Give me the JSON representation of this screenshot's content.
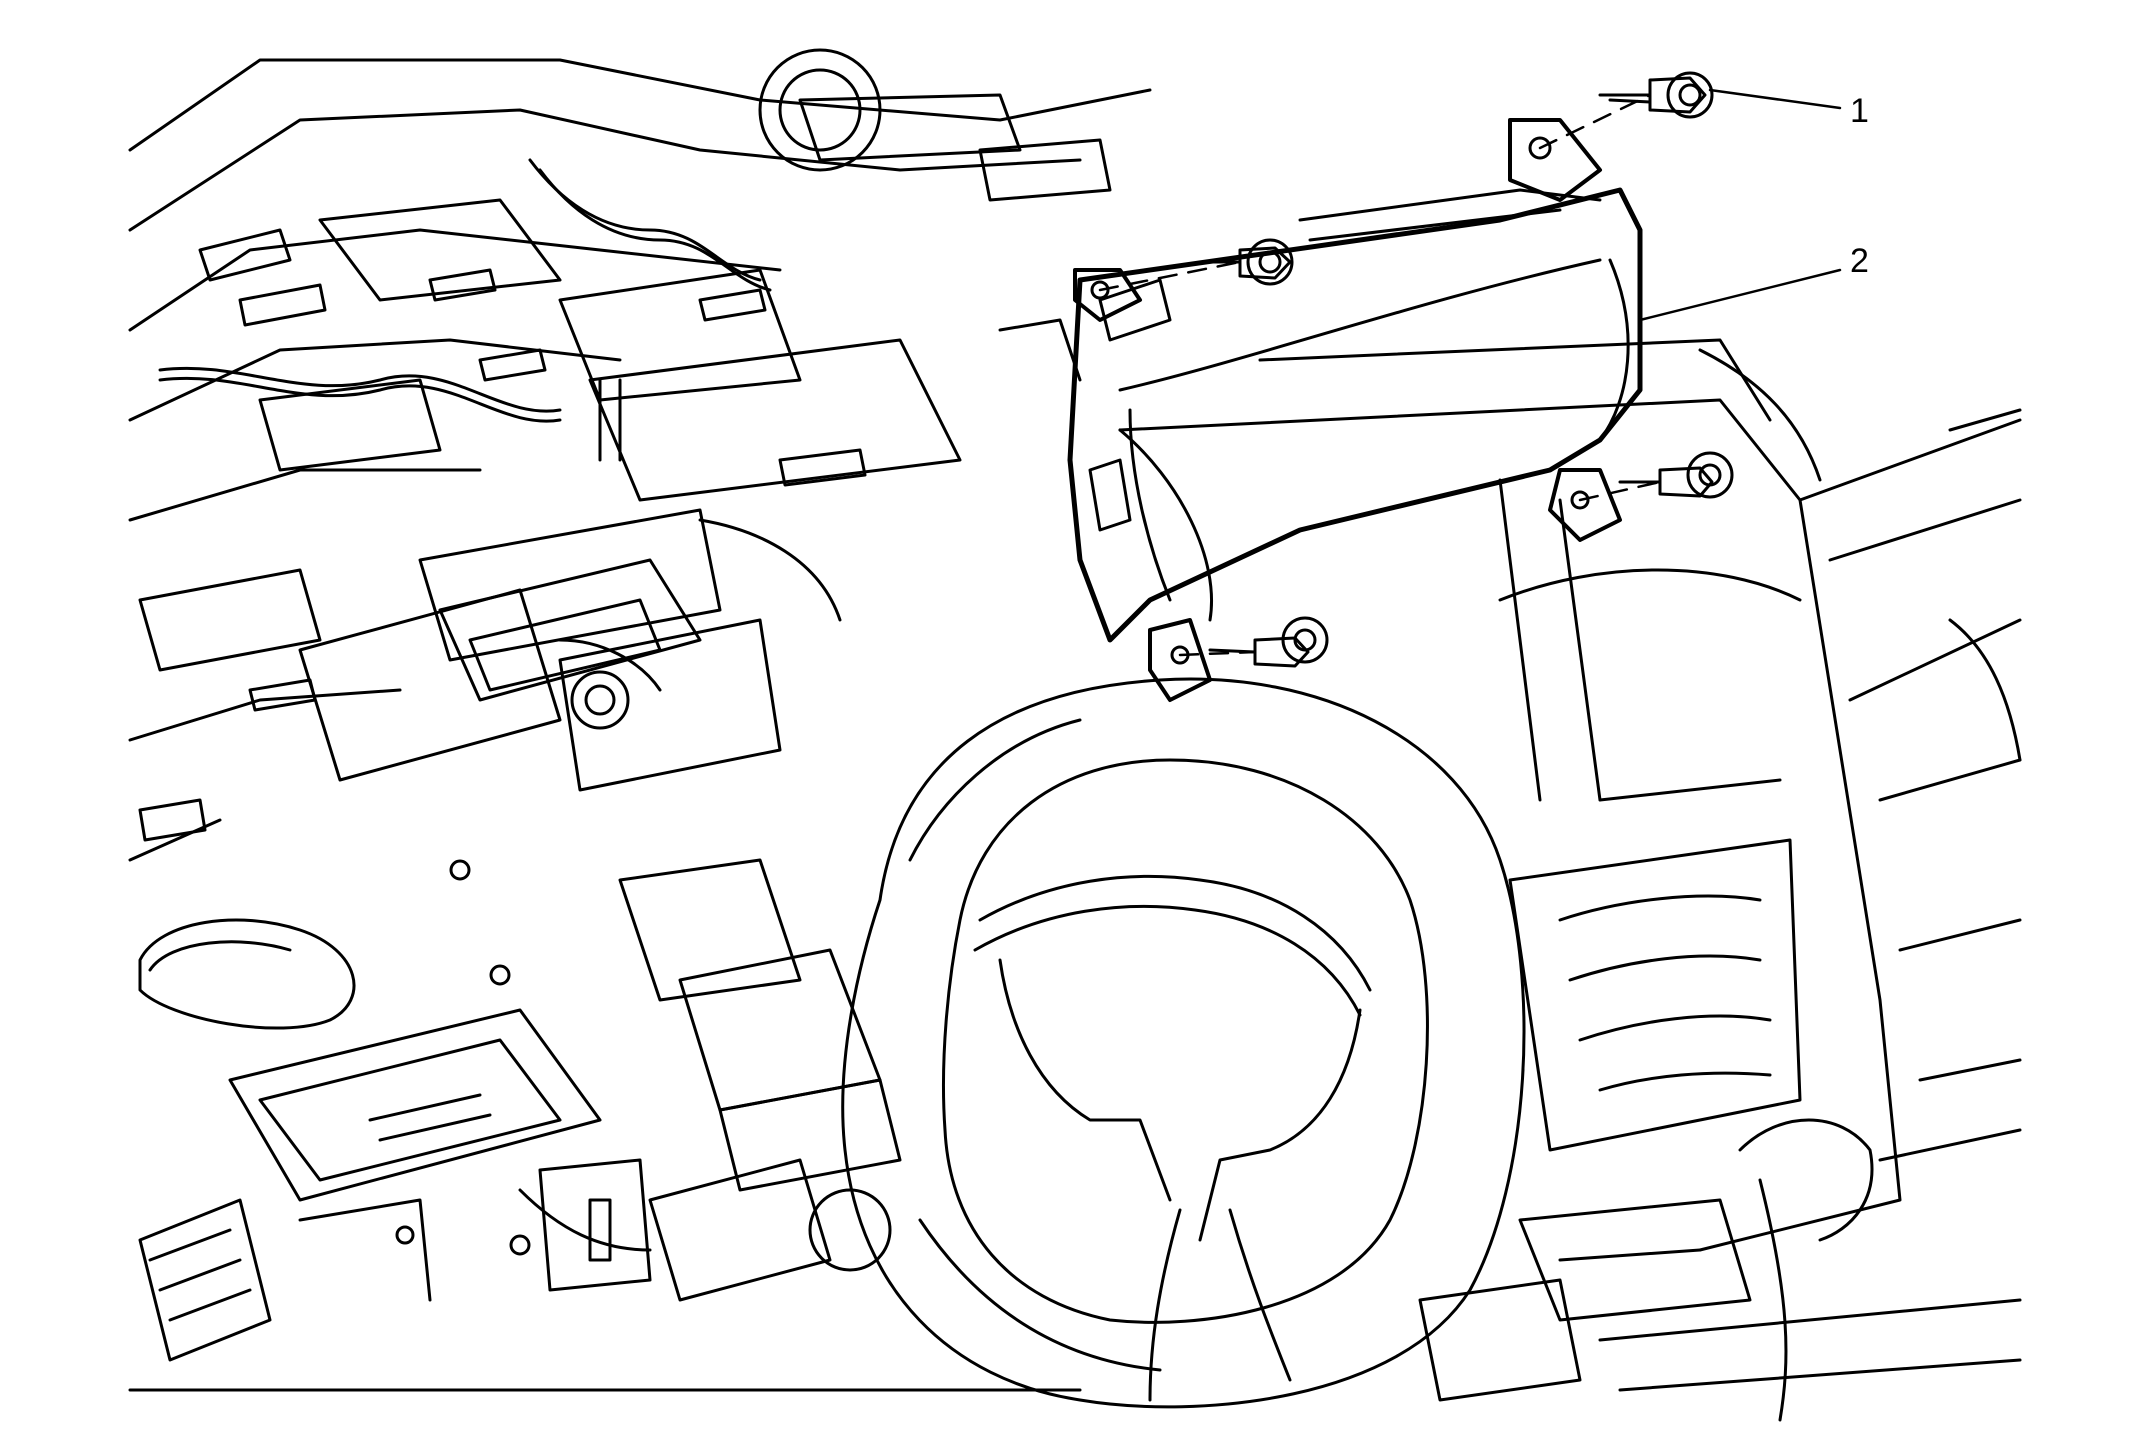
{
  "callouts": [
    {
      "label": "1",
      "meaning": "bolt"
    },
    {
      "label": "2",
      "meaning": "instrument-cluster"
    }
  ],
  "colors": {
    "line": "#000000",
    "background": "#ffffff"
  }
}
